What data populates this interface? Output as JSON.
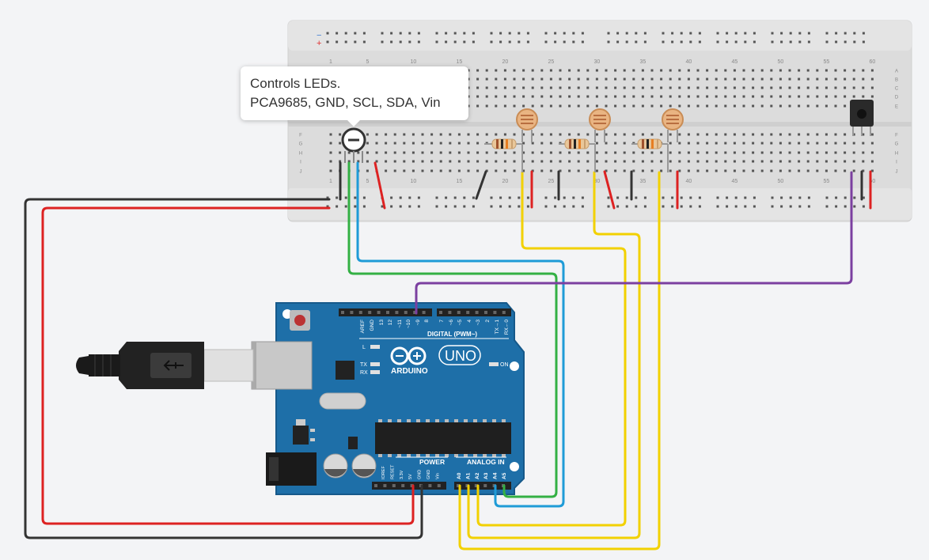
{
  "tooltip": {
    "line1": "Controls LEDs.",
    "line2": "PCA9685, GND, SCL, SDA, Vin"
  },
  "breadboard": {
    "rail_signs": [
      "−",
      "+"
    ],
    "column_numbers": [
      "1",
      "5",
      "10",
      "15",
      "20",
      "25",
      "30",
      "35",
      "40",
      "45",
      "50",
      "55",
      "60"
    ],
    "row_letters_top": [
      "A",
      "B",
      "C",
      "D",
      "E"
    ],
    "row_letters_bottom": [
      "F",
      "G",
      "H",
      "I",
      "J"
    ]
  },
  "arduino": {
    "brand": "ARDUINO",
    "model": "UNO",
    "digital_label": "DIGITAL (PWM~)",
    "analog_label": "ANALOG IN",
    "power_label": "POWER",
    "on_label": "ON",
    "led_labels": [
      "L",
      "TX",
      "RX"
    ],
    "digital_pins": [
      "AREF",
      "GND",
      "13",
      "12",
      "~11",
      "~10",
      "~9",
      "8",
      "7",
      "~6",
      "~5",
      "4",
      "~3",
      "2",
      "TX→1",
      "RX←0"
    ],
    "power_pins": [
      "IOREF",
      "RESET",
      "3.3V",
      "5V",
      "GND",
      "GND",
      "Vin"
    ],
    "analog_pins": [
      "A0",
      "A1",
      "A2",
      "A3",
      "A4",
      "A5"
    ]
  },
  "wire_colors": {
    "black": "#333333",
    "red": "#dd2222",
    "green": "#33b044",
    "blue": "#1e9bd7",
    "yellow": "#f2d100",
    "purple": "#7b3fa0"
  }
}
